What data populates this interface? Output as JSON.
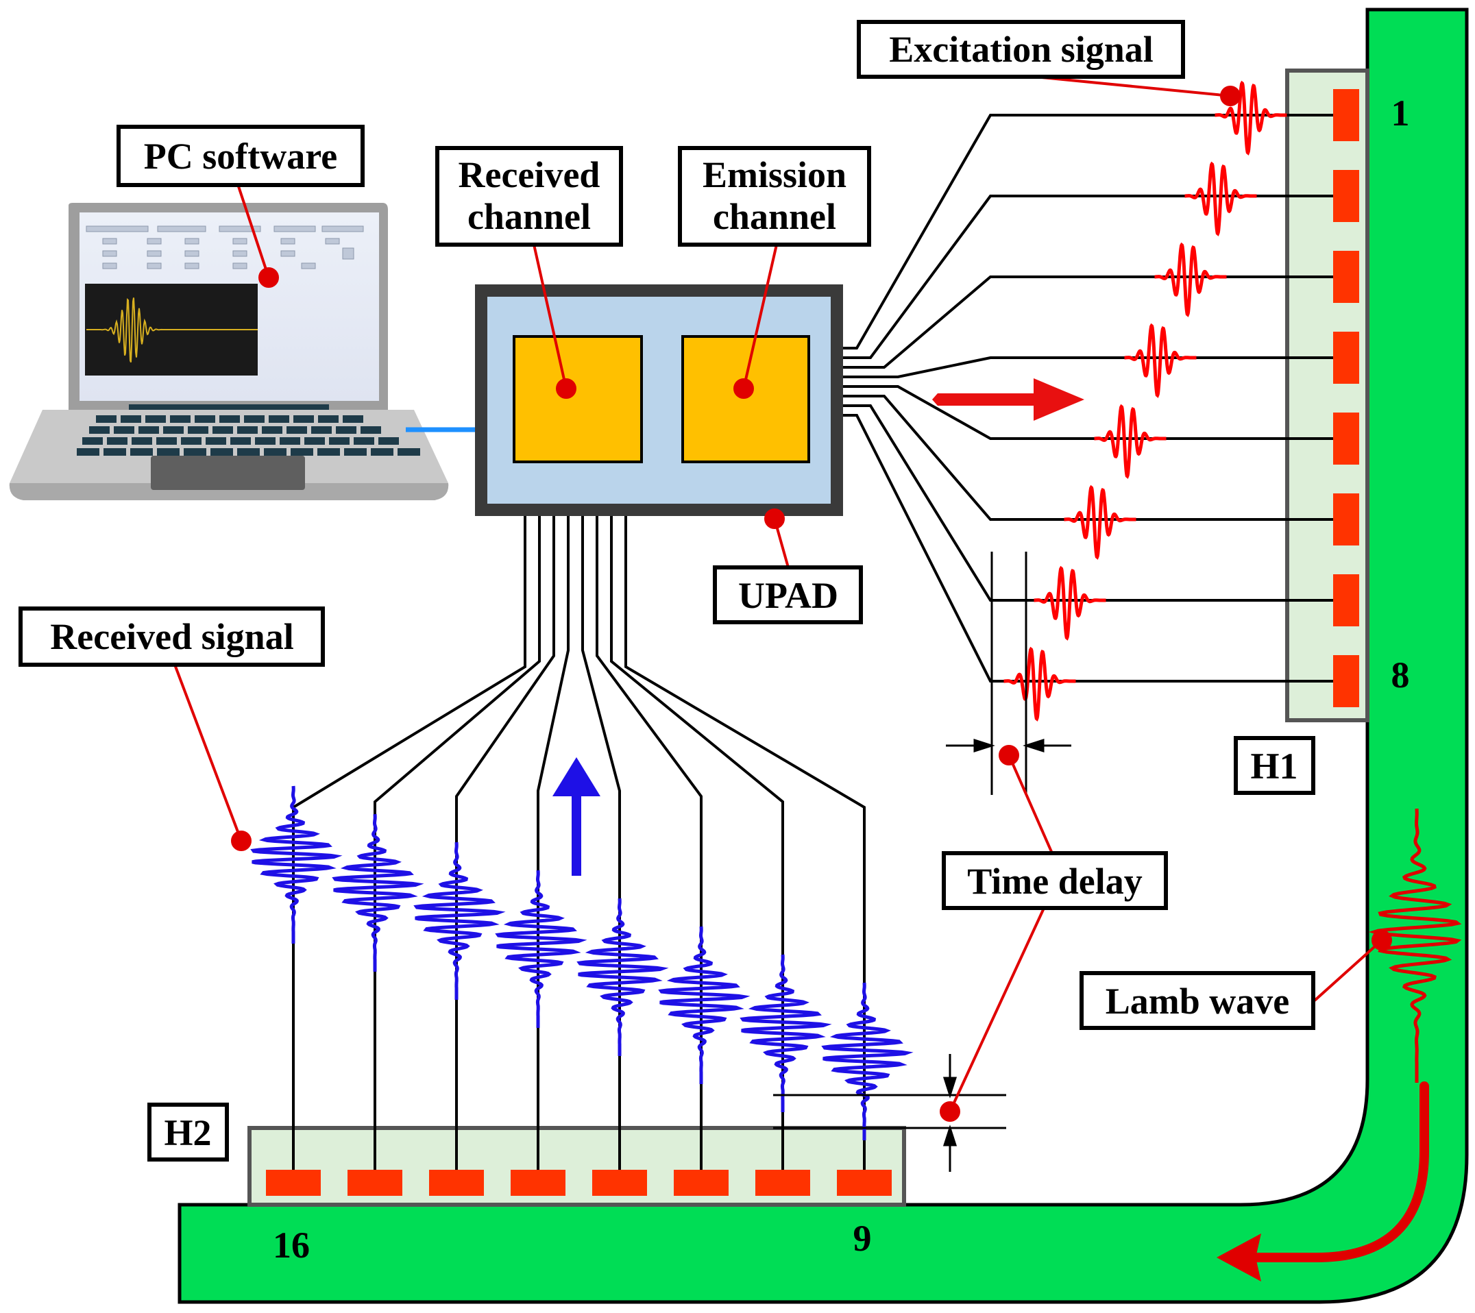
{
  "labels": {
    "pc_software": "PC software",
    "received_channel_1": "Received",
    "received_channel_2": "channel",
    "emission_channel_1": "Emission",
    "emission_channel_2": "channel",
    "excitation_signal": "Excitation signal",
    "upad": "UPAD",
    "received_signal": "Received signal",
    "time_delay": "Time delay",
    "lamb_wave": "Lamb wave",
    "h1": "H1",
    "h2": "H2"
  },
  "sensor_numbers": {
    "h1_first": "1",
    "h1_last": "8",
    "h2_first": "16",
    "h2_last": "9"
  },
  "colors": {
    "plate": "#00DD55",
    "sensor_panel": "#DDEFD9",
    "sensor": "#FF3300",
    "upad_body": "#BAD4EB",
    "upad_frame": "#3A3A3A",
    "channel_box": "#FFC000",
    "excitation_wave": "#FF0000",
    "received_wave": "#1E10E6",
    "cable": "#1E90FF"
  },
  "icons": {
    "laptop": "laptop-icon",
    "emission_arrow": "arrow-right-icon",
    "receive_arrow": "arrow-up-icon",
    "propagation_arrow": "curved-arrow-icon"
  }
}
